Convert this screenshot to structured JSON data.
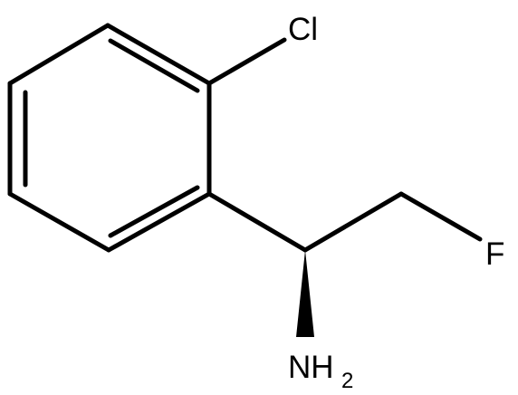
{
  "molecule": {
    "atoms": {
      "cl": "Cl",
      "f": "F",
      "n": "NH",
      "n_subscript": "2"
    }
  }
}
